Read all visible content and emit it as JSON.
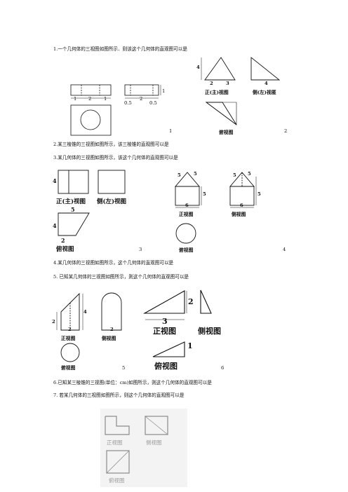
{
  "questions": {
    "q1": "1.一个几何体的三视图如图所示．则该这个几何体的直观图可以是",
    "q2": "2.某三棱锥的三视图如图所示，该三棱锥的直观图可以是",
    "q3": "3.某几何体的三视图如图所示，该这个几何体的直观图可以是",
    "q4": "4.某几何体的三视图如图所示，这个几何体的直观图可以是",
    "q5": "5. 已知某几何体的三视图如图所示，则这个几何体的直观图可以是",
    "q6": "6.已知某三棱锥的三视图(单位：cm)如图所示，则这个几何体的直观图可以是",
    "q7": "7. 若某几何体的三视图如图所示，则这个几何体的直观图可以是"
  },
  "figure_numbers": {
    "n1": "1",
    "n2": "2",
    "n3": "3",
    "n4": "4",
    "n5": "5",
    "n6": "6"
  },
  "view_labels": {
    "front_main": "正(主)视图",
    "side_left": "侧(左)视图",
    "side_left_fig2": "侧(左)视匿",
    "top": "俯视图",
    "front": "正视图",
    "side": "侧视图"
  },
  "fig1": {
    "d1": "1",
    "d2": "2",
    "d3": "1",
    "e1": "0.5",
    "e2": "2",
    "e3": "0.5",
    "h": "1"
  },
  "fig2": {
    "h": "4",
    "b1": "2",
    "b2": "3",
    "b3": "4"
  },
  "fig3": {
    "h": "4",
    "top_w": "5",
    "top_h": "4",
    "bottom": "2"
  },
  "fig4": {
    "s1": "5",
    "s2": "5",
    "s3": "5",
    "b": "6",
    "s4": "5",
    "s5": "5",
    "s6": "5",
    "b2": "6"
  },
  "fig5": {
    "h1": "2",
    "h2": "4",
    "w1": "2",
    "w2": "2"
  },
  "fig6": {
    "h": "2",
    "w": "3",
    "t": "1"
  }
}
